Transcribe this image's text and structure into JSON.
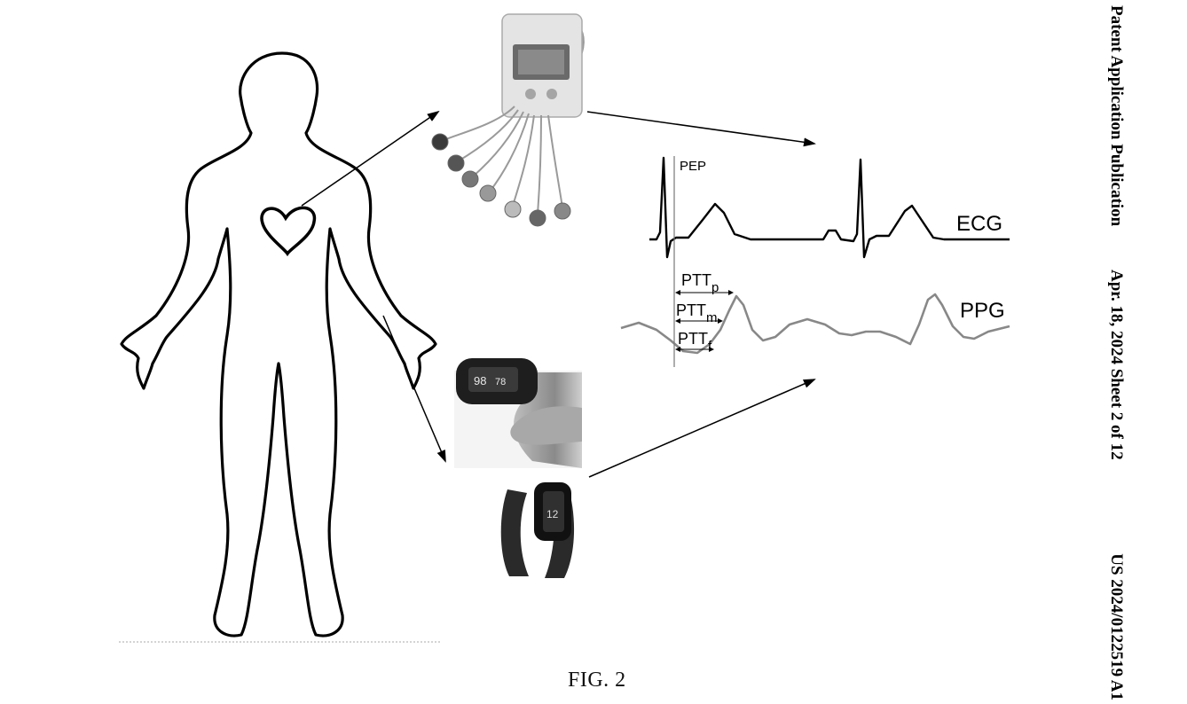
{
  "header": {
    "publication_label": "Patent Application Publication",
    "date_sheet": "Apr. 18, 2024  Sheet 2 of 12",
    "patent_number": "US 2024/0122519 A1"
  },
  "figure": {
    "caption": "FIG. 2",
    "labels": {
      "pep": "PEP",
      "ecg": "ECG",
      "ppg": "PPG",
      "ptt_p_base": "PTT",
      "ptt_p_sub": "p",
      "ptt_m_base": "PTT",
      "ptt_m_sub": "m",
      "ptt_f_base": "PTT",
      "ptt_f_sub": "f"
    },
    "devices": {
      "oximeter_reading_left": "98",
      "oximeter_reading_right": "78",
      "watch_time": "12"
    }
  }
}
